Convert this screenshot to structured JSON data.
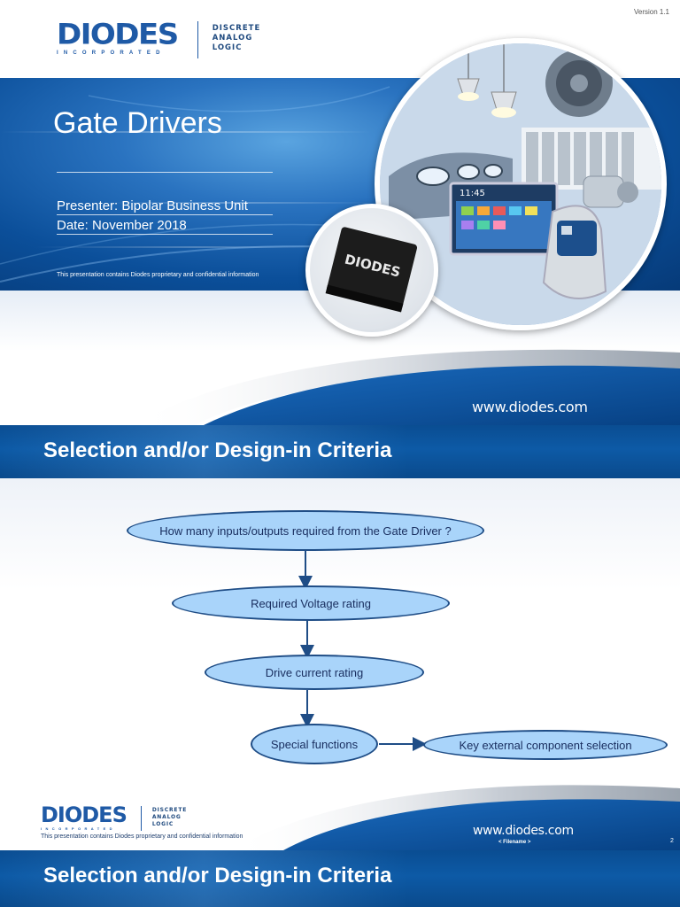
{
  "slide1": {
    "version": "Version 1.1",
    "logo": {
      "word": "DIODES",
      "sub": "INCORPORATED",
      "tagline": [
        "DISCRETE",
        "ANALOG",
        "LOGIC"
      ]
    },
    "title": "Gate Drivers",
    "presenter": "Presenter: Bipolar Business Unit",
    "date": "Date: November 2018",
    "confidential": "This presentation contains Diodes proprietary and confidential information",
    "url": "www.diodes.com",
    "chip_label": "DIODES",
    "screen_time": "11:45"
  },
  "slide2": {
    "title": "Selection and/or Design-in Criteria",
    "flow": {
      "q1": "How many inputs/outputs required from the Gate Driver ?",
      "q2": "Required Voltage rating",
      "q3": "Drive current rating",
      "q4": "Special functions",
      "q5": "Key external component selection"
    },
    "footer": {
      "logo_word": "DIODES",
      "logo_sub": "INCORPORATED",
      "tagline": [
        "DISCRETE",
        "ANALOG",
        "LOGIC"
      ],
      "confidential": "This presentation contains Diodes proprietary and confidential information",
      "url": "www.diodes.com",
      "filename": "< Filename >",
      "page": "2"
    }
  },
  "slide3": {
    "title": "Selection and/or Design-in Criteria"
  },
  "colors": {
    "brand_blue": "#1f5aa6",
    "banner_blue": "#0b4f9a",
    "node_fill": "#a9d4fa",
    "node_border": "#1f4d86"
  }
}
